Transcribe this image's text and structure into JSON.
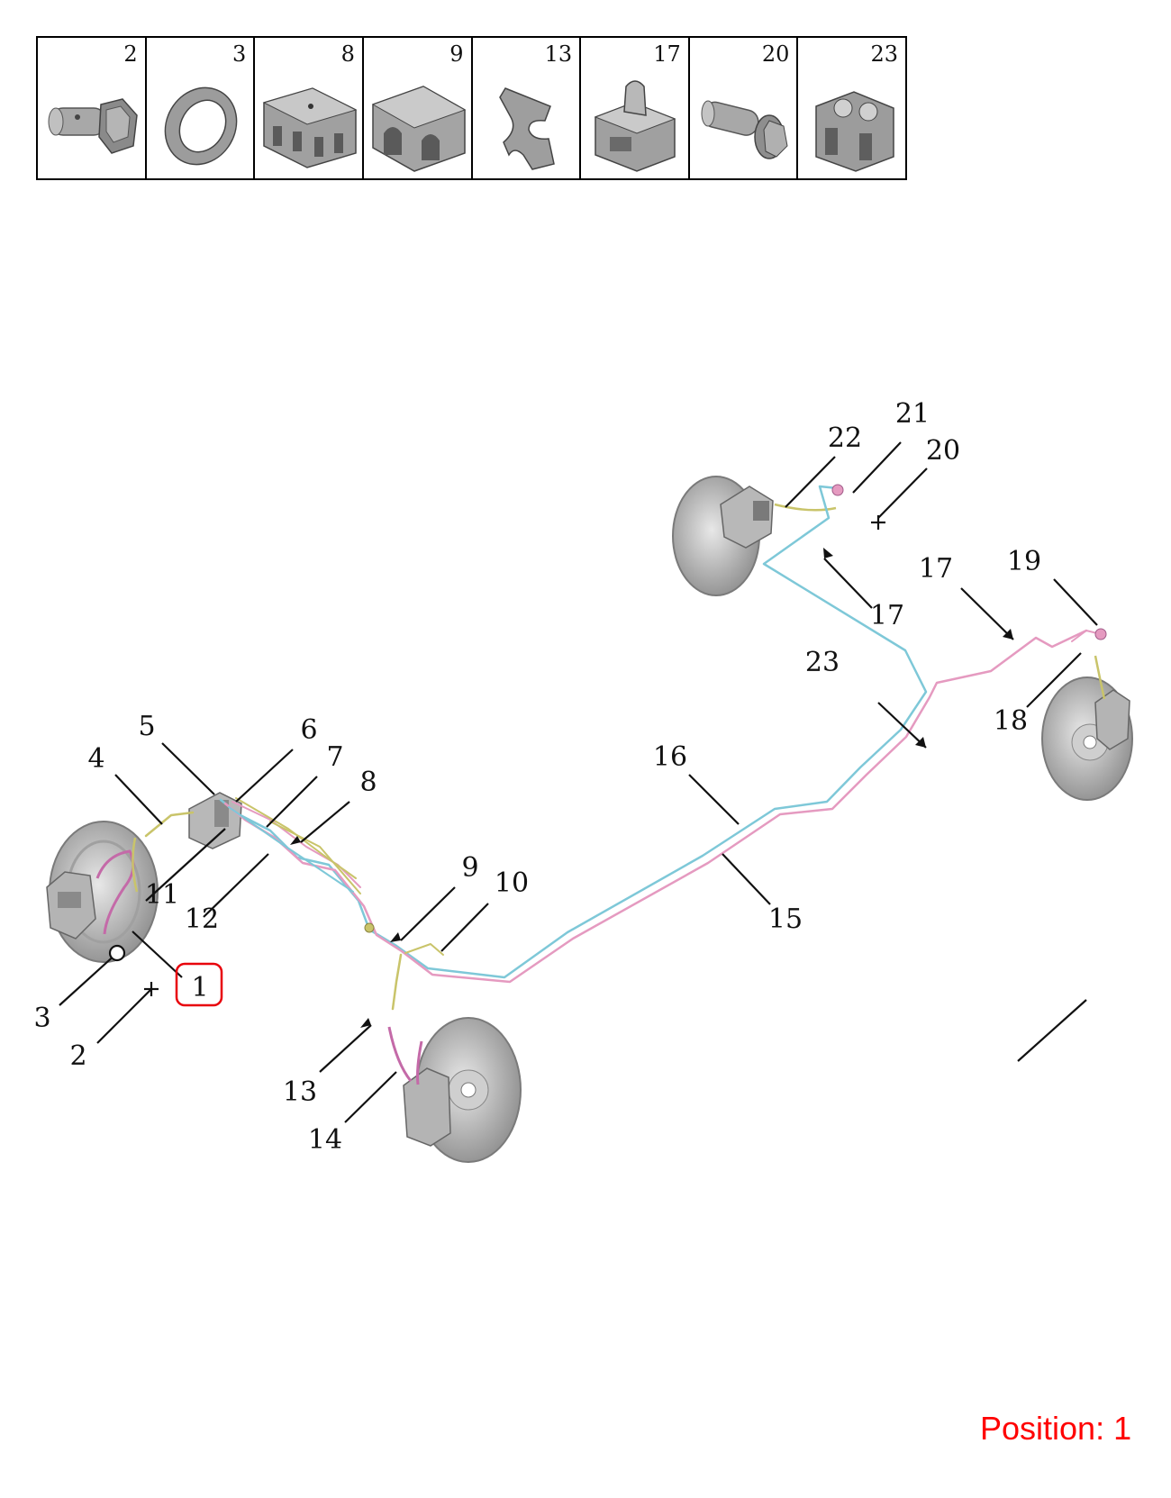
{
  "parts_strip": {
    "cells": [
      {
        "number": "2",
        "icon": "bolt-icon"
      },
      {
        "number": "3",
        "icon": "washer-icon"
      },
      {
        "number": "8",
        "icon": "pipe-clip-triple-icon"
      },
      {
        "number": "9",
        "icon": "pipe-clip-double-icon"
      },
      {
        "number": "13",
        "icon": "retaining-clip-icon"
      },
      {
        "number": "17",
        "icon": "push-clip-icon"
      },
      {
        "number": "20",
        "icon": "flange-bolt-icon"
      },
      {
        "number": "23",
        "icon": "pipe-holder-icon"
      }
    ]
  },
  "callouts": {
    "c1": "1",
    "c2": "2",
    "c3": "3",
    "c4": "4",
    "c5": "5",
    "c6": "6",
    "c7": "7",
    "c8": "8",
    "c9": "9",
    "c10": "10",
    "c11": "11",
    "c12": "12",
    "c13": "13",
    "c14": "14",
    "c15": "15",
    "c16": "16",
    "c17a": "17",
    "c17b": "17",
    "c18": "18",
    "c19": "19",
    "c20": "20",
    "c21": "21",
    "c22": "22",
    "c23": "23"
  },
  "highlighted_callout": "1",
  "position_label": "Position: 1",
  "colors": {
    "highlight": "#e8000b",
    "pipe_blue": "#7ec8d8",
    "pipe_pink": "#e59ac0",
    "pipe_yellow": "#c9c46a",
    "hose_magenta": "#c46aa8",
    "part_gray": "#9a9a9a"
  }
}
